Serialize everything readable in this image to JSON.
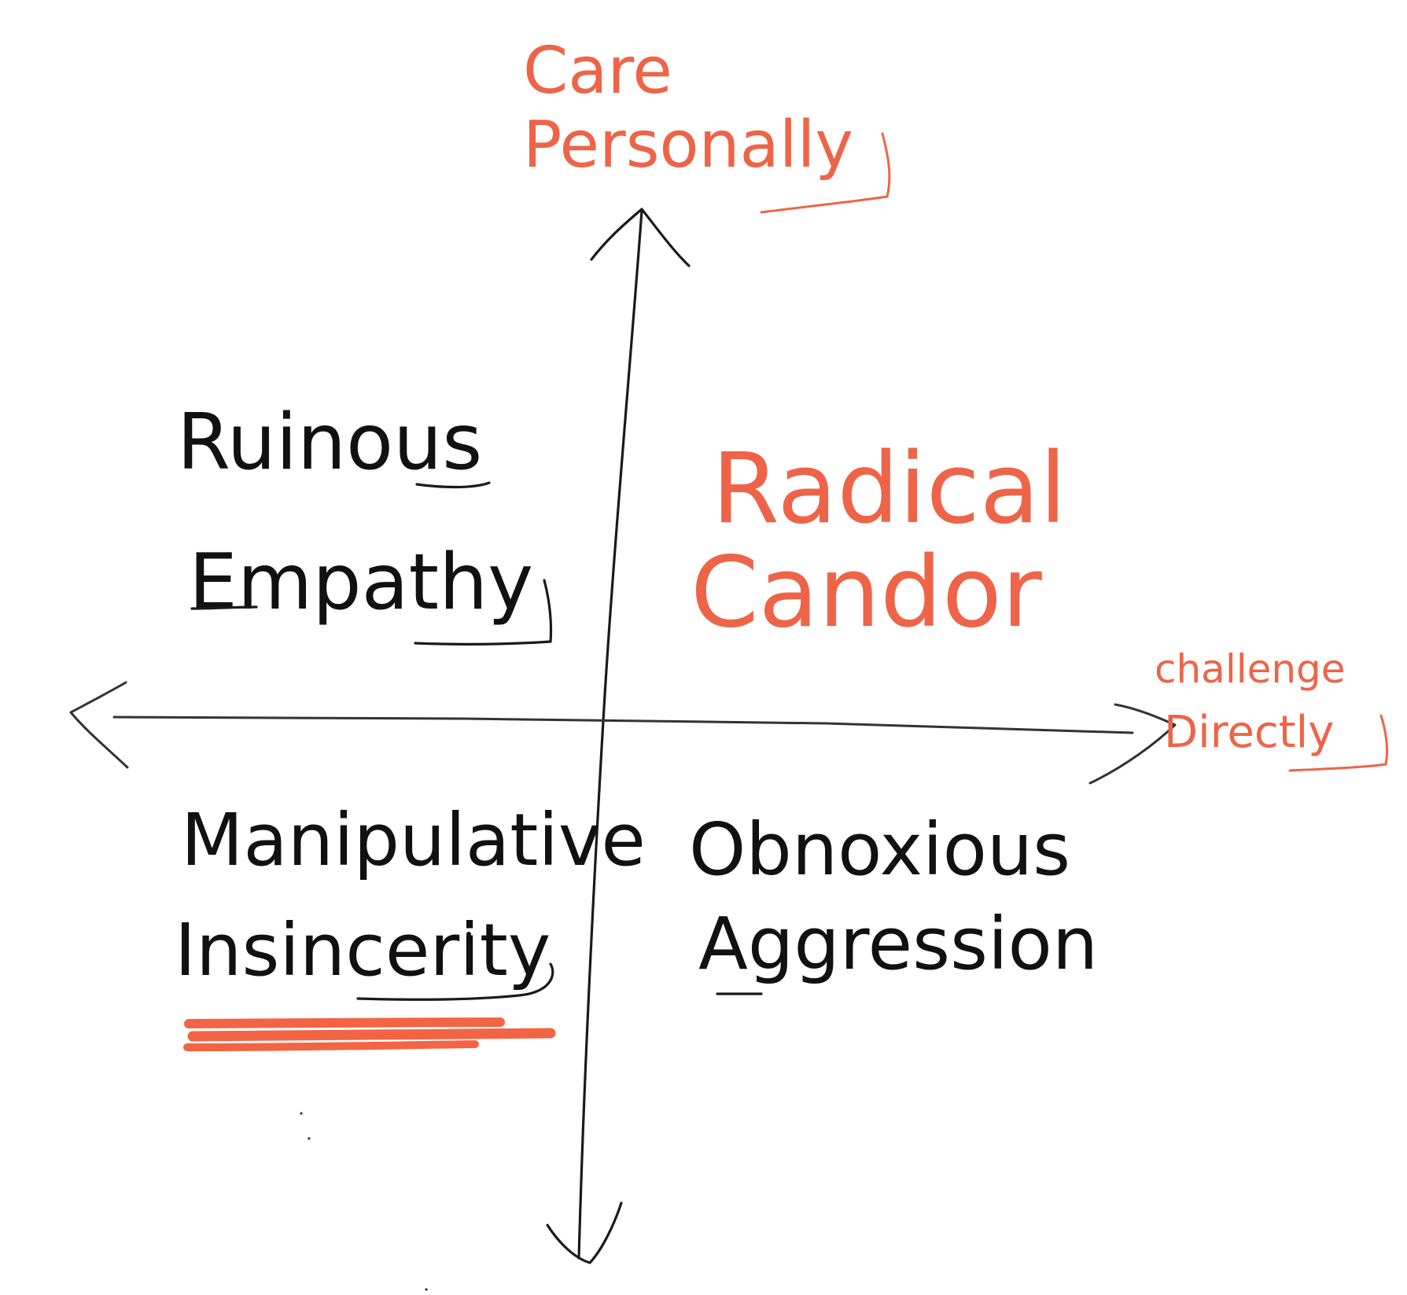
{
  "colors": {
    "accent": "#EE6448",
    "ink": "#111111",
    "axis": "#333333",
    "highlight": "#F26444",
    "background": "#FFFFFF"
  },
  "axes": {
    "vertical_label_line1": "Care",
    "vertical_label_line2": "Personally",
    "horizontal_label_line1": "challenge",
    "horizontal_label_line2": "Directly"
  },
  "quadrants": {
    "top_left": {
      "line1": "Ruinous",
      "line2": "Empathy"
    },
    "top_right": {
      "line1": "Radical",
      "line2": "Candor"
    },
    "bottom_left": {
      "line1": "Manipulative",
      "line2": "Insincerity"
    },
    "bottom_right": {
      "line1": "Obnoxious",
      "line2": "Aggression"
    }
  }
}
